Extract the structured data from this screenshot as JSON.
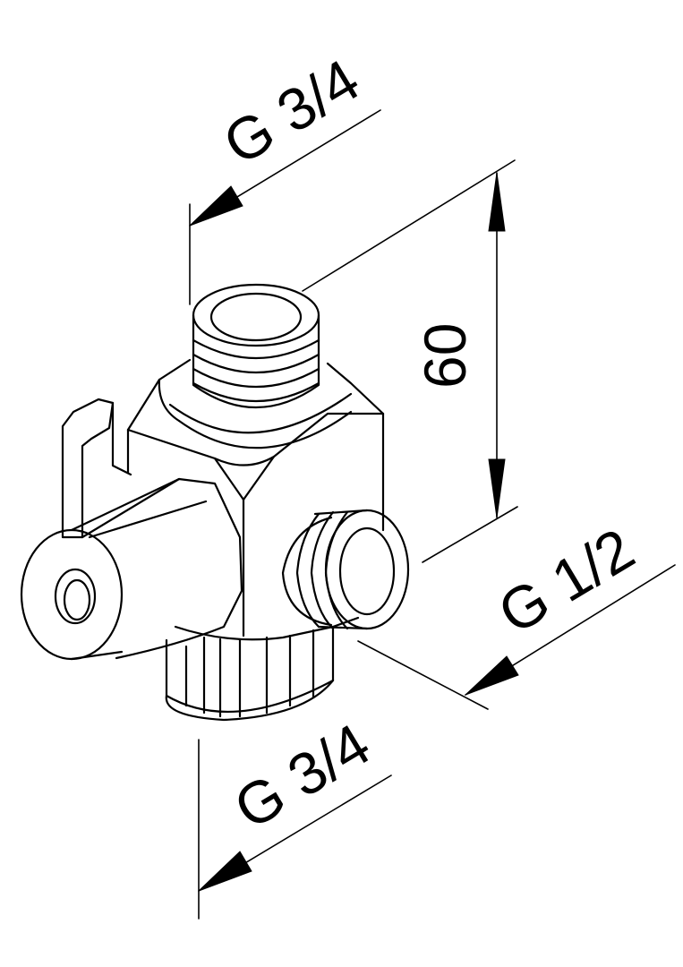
{
  "dimensions": {
    "top_connection": "G 3/4",
    "height": "60",
    "side_connection": "G 1/2",
    "bottom_connection": "G 3/4"
  },
  "colors": {
    "line": "#000000",
    "background": "#ffffff"
  }
}
